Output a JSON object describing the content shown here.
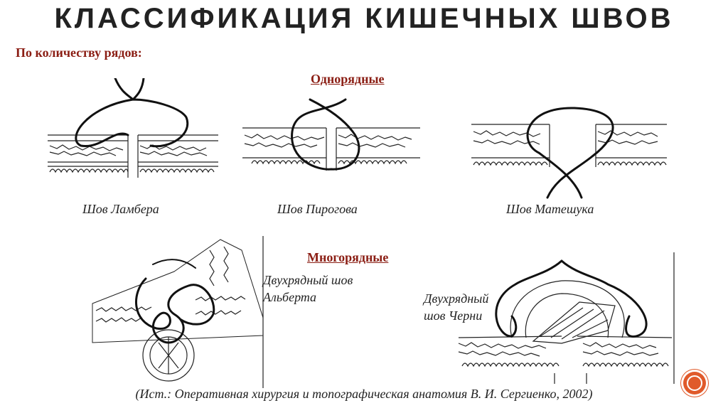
{
  "slide": {
    "title": "КЛАССИФИКАЦИЯ КИШЕЧНЫХ ШВОВ",
    "subtitle": "По количеству рядов:",
    "single_row_label": "Однорядные",
    "multi_row_label": "Многорядные",
    "captions": {
      "lambert": "Шов Ламбера",
      "pirogov": "Шов Пирогова",
      "mateshuk": "Шов Матешука",
      "albert_line1": "Двухрядный шов",
      "albert_line2": "Альберта",
      "czerny_line1": "Двухрядный",
      "czerny_line2": "шов Черни"
    },
    "source": "(Ист.: Оперативная хирургия и топографическая анатомия  В. И. Сергиенко, 2002)",
    "accent_color": "#8b1e14",
    "nav_button_color": "#e05a2b"
  }
}
